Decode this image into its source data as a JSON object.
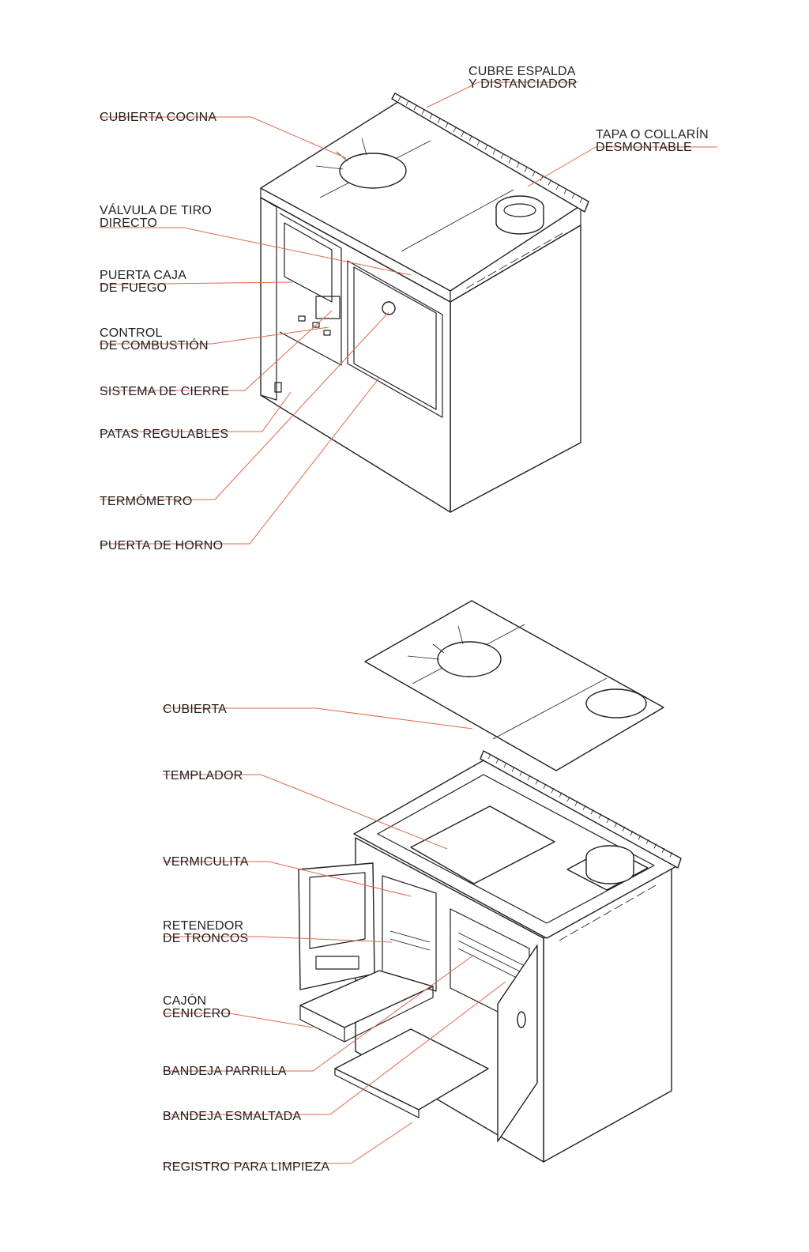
{
  "top_view": {
    "labels": [
      {
        "id": "cubre-espalda",
        "lines": [
          "CUBRE ESPALDA",
          "Y DISTANCIADOR"
        ]
      },
      {
        "id": "cubierta-cocina",
        "lines": [
          "CUBIERTA COCINA"
        ]
      },
      {
        "id": "tapa-collarin",
        "lines": [
          "TAPA O COLLARÍN",
          "DESMONTABLE"
        ]
      },
      {
        "id": "valvula-tiro",
        "lines": [
          "VÁLVULA DE TIRO",
          "DIRECTO"
        ]
      },
      {
        "id": "puerta-caja-fuego",
        "lines": [
          "PUERTA CAJA",
          "DE FUEGO"
        ]
      },
      {
        "id": "control-combustion",
        "lines": [
          "CONTROL",
          "DE COMBUSTIÓN"
        ]
      },
      {
        "id": "sistema-cierre",
        "lines": [
          "SISTEMA DE CIERRE"
        ]
      },
      {
        "id": "patas-regulables",
        "lines": [
          "PATAS REGULABLES"
        ]
      },
      {
        "id": "termometro",
        "lines": [
          "TERMÓMETRO"
        ]
      },
      {
        "id": "puerta-horno",
        "lines": [
          "PUERTA DE HORNO"
        ]
      }
    ]
  },
  "bottom_view": {
    "labels": [
      {
        "id": "cubierta",
        "lines": [
          "CUBIERTA"
        ]
      },
      {
        "id": "templador",
        "lines": [
          "TEMPLADOR"
        ]
      },
      {
        "id": "vermiculita",
        "lines": [
          "VERMICULITA"
        ]
      },
      {
        "id": "retenedor-troncos",
        "lines": [
          "RETENEDOR",
          "DE TRONCOS"
        ]
      },
      {
        "id": "cajon-cenicero",
        "lines": [
          "CAJÓN",
          "CENICERO"
        ]
      },
      {
        "id": "bandeja-parrilla",
        "lines": [
          "BANDEJA PARRILLA"
        ]
      },
      {
        "id": "bandeja-esmaltada",
        "lines": [
          "BANDEJA ESMALTADA"
        ]
      },
      {
        "id": "registro-limpieza",
        "lines": [
          "REGISTRO PARA LIMPIEZA"
        ]
      }
    ]
  },
  "colors": {
    "leader_line": "#e0684b",
    "text": "#231f20",
    "outline": "#231f20"
  }
}
